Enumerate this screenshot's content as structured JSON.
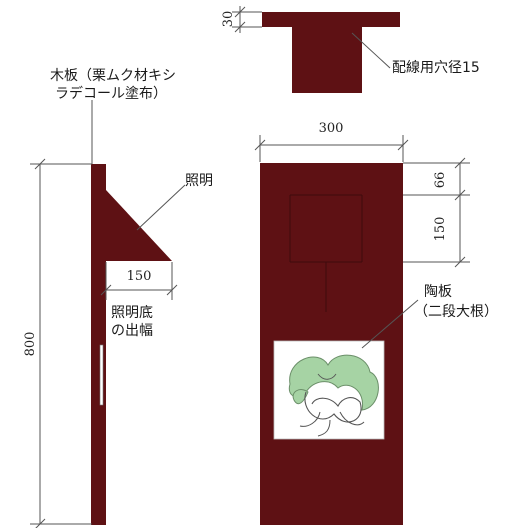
{
  "labels": {
    "board": "木板（栗ムク材キシ",
    "board_line2": "ラデコール塗布）",
    "light": "照明",
    "light_bottom": "照明底",
    "light_bottom_line2": "の出幅",
    "hole": "配線用穴径15",
    "tile": "陶板",
    "tile_line2": "（二段大根）"
  },
  "dims": {
    "height_800": "800",
    "light_150": "150",
    "top_30": "30",
    "width_300": "300",
    "v_66": "66",
    "v_150": "150"
  },
  "colors": {
    "wood": "#5e1114",
    "wood_dark": "#4a0c0f",
    "leaf": "#a6d3a4",
    "tile_bg": "#ffffff",
    "line": "#555555"
  }
}
